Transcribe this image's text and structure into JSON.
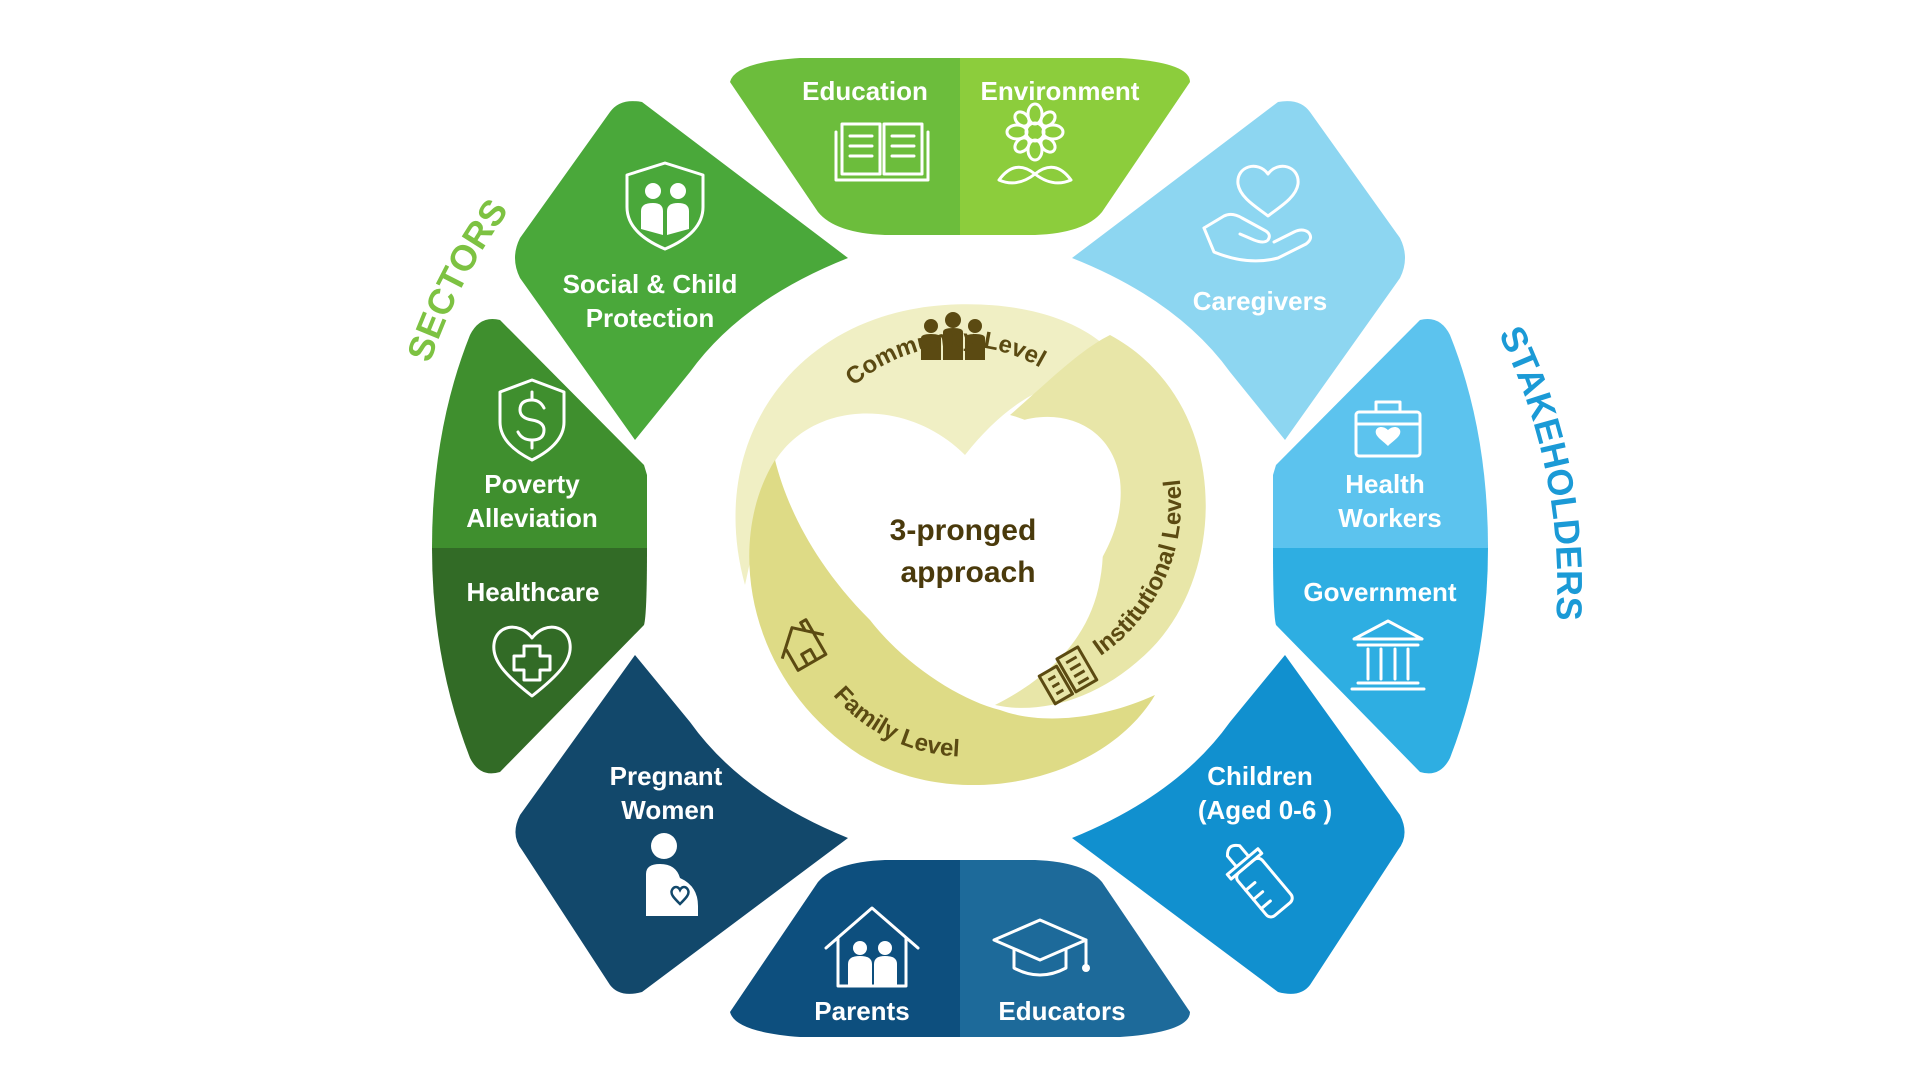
{
  "titles": {
    "left": "SECTORS",
    "right": "STAKEHOLDERS"
  },
  "colors": {
    "sectors_title": "#7dc242",
    "stakeholders_title": "#1b9ad6",
    "education": "#6cbd3c",
    "environment": "#8ccd3c",
    "social": "#4aa83a",
    "poverty": "#3f8f2e",
    "healthcare": "#326b26",
    "pregnant": "#12486b",
    "parents": "#0d4f7e",
    "educators": "#1d6a9a",
    "children": "#1190cf",
    "government": "#2eaee2",
    "health_workers": "#5cc3ee",
    "caregivers": "#8dd6f1",
    "community": "#f0efc4",
    "institutional": "#e8e6a8",
    "family": "#dedb86",
    "center_text": "#4a3a0c"
  },
  "segments": {
    "education": "Education",
    "environment": "Environment",
    "caregivers": "Caregivers",
    "health_workers": {
      "line1": "Health",
      "line2": "Workers"
    },
    "government": "Government",
    "children": {
      "line1": "Children",
      "line2": "(Aged 0-6 )"
    },
    "educators": "Educators",
    "parents": "Parents",
    "pregnant": {
      "line1": "Pregnant",
      "line2": "Women"
    },
    "healthcare": "Healthcare",
    "poverty": {
      "line1": "Poverty",
      "line2": "Alleviation"
    },
    "social": {
      "line1": "Social & Child",
      "line2": "Protection"
    }
  },
  "core": {
    "community": "Community Level",
    "institutional": "Institutional Level",
    "family": "Family Level",
    "center": {
      "line1": "3-pronged",
      "line2": "approach"
    }
  },
  "icons": {
    "education": "open-book-icon",
    "environment": "flower-icon",
    "caregivers": "hand-heart-icon",
    "health_workers": "medical-kit-icon",
    "government": "government-building-icon",
    "children": "baby-bottle-icon",
    "educators": "graduation-cap-icon",
    "parents": "family-house-icon",
    "pregnant": "pregnant-woman-icon",
    "healthcare": "heart-plus-icon",
    "poverty": "dollar-shield-icon",
    "social": "family-shield-icon",
    "community": "group-people-icon",
    "institutional": "office-building-icon",
    "family": "house-icon"
  }
}
